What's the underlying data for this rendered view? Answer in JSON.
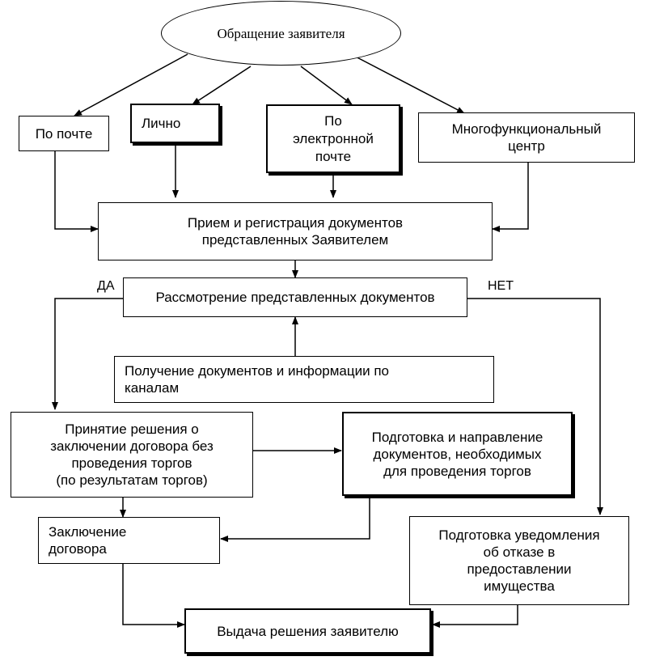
{
  "nodes": {
    "start": "Обращение заявителя",
    "by_mail": "По почте",
    "in_person": [
      "Лично"
    ],
    "by_email": [
      "По",
      "электронной",
      "почте"
    ],
    "mfc": [
      "Многофункциональный",
      "центр"
    ],
    "reception": [
      "Прием и регистрация документов",
      "представленных Заявителем"
    ],
    "review": "Рассмотрение представленных документов",
    "channels": [
      "Получение документов и информации по",
      "каналам"
    ],
    "decision": [
      "Принятие решения о",
      "заключении договора без",
      "проведения торгов",
      "(по результатам торгов)"
    ],
    "prep_tender": [
      "Подготовка и направление",
      "документов, необходимых",
      "для проведения торгов"
    ],
    "contract": [
      "Заключение",
      "договора"
    ],
    "refusal": [
      "Подготовка уведомления",
      "об отказе в",
      "предоставлении",
      "имущества"
    ],
    "issue": "Выдача решения заявителю"
  },
  "labels": {
    "yes": "ДА",
    "no": "НЕТ"
  }
}
